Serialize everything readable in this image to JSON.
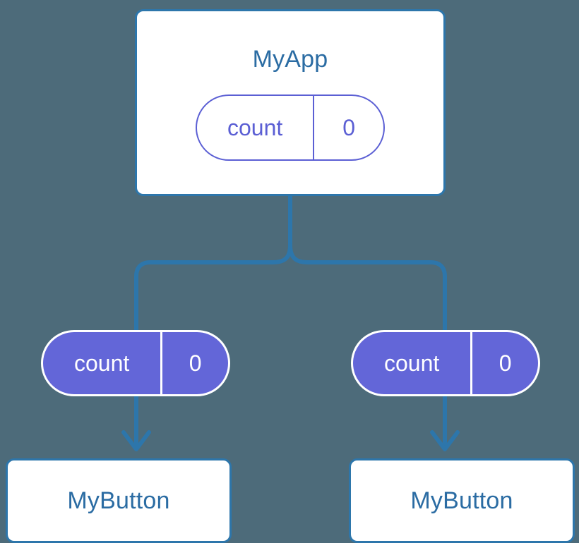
{
  "diagram": {
    "title": "state propagation tree",
    "background_color": "#4d6b7a",
    "accent_blue": "#2d76ab",
    "accent_purple": "#6366d8",
    "text_blue": "#2b6ca3"
  },
  "root": {
    "label": "MyApp",
    "state": {
      "key": "count",
      "value": "0"
    }
  },
  "children": [
    {
      "label": "MyButton",
      "state": {
        "key": "count",
        "value": "0"
      }
    },
    {
      "label": "MyButton",
      "state": {
        "key": "count",
        "value": "0"
      }
    }
  ],
  "connectors": {
    "stem_label": "root-to-branch-stem",
    "branch_label": "branch-split",
    "arrow_left_label": "arrow-to-left-button",
    "arrow_right_label": "arrow-to-right-button",
    "color": "#2d76ab"
  }
}
